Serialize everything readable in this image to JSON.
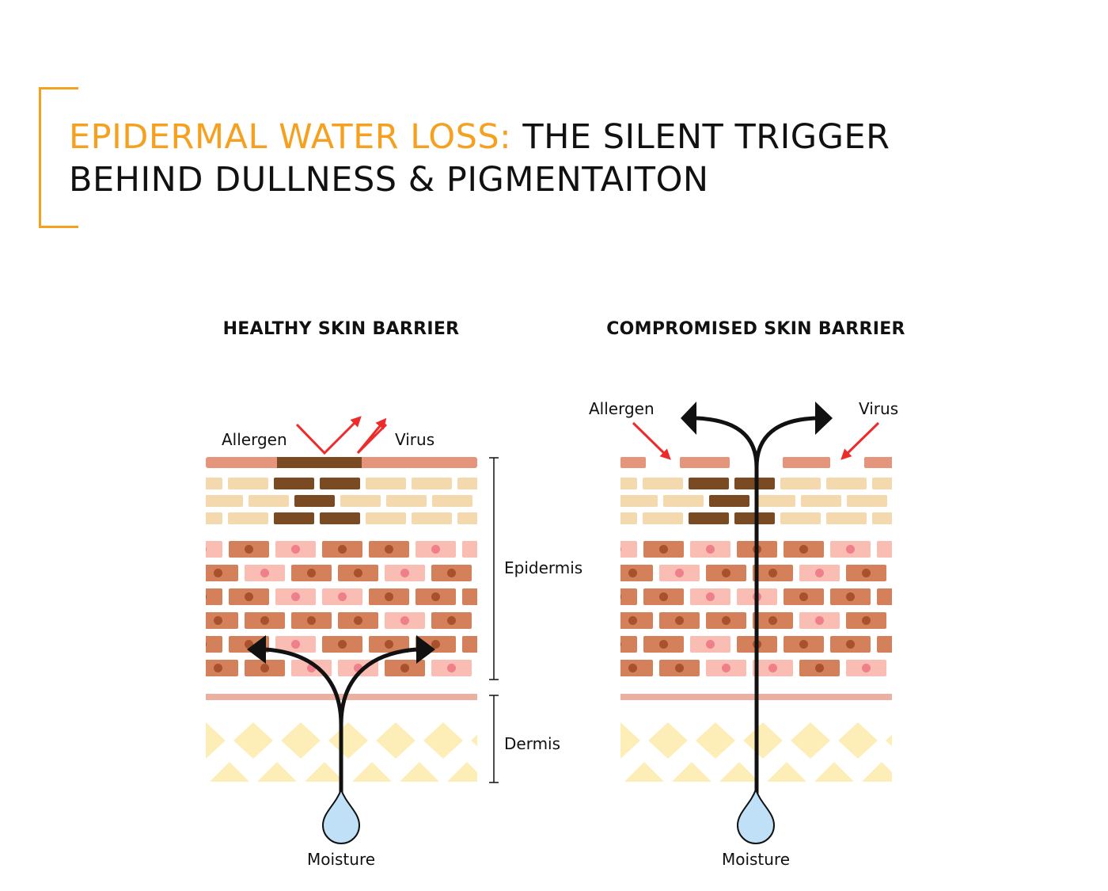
{
  "title": {
    "highlight": "EPIDERMAL WATER LOSS:",
    "rest_line1": " THE SILENT TRIGGER",
    "line2": "BEHIND DULLNESS & PIGMENTAITON"
  },
  "panels": [
    {
      "heading": "HEALTHY SKIN BARRIER",
      "allergen": "Allergen",
      "virus": "Virus",
      "moisture": "Moisture"
    },
    {
      "heading": "COMPROMISED SKIN BARRIER",
      "allergen": "Allergen",
      "virus": "Virus",
      "moisture": "Moisture"
    }
  ],
  "layers": {
    "epidermis": "Epidermis",
    "dermis": "Dermis"
  },
  "colors": {
    "accent": "#f5a11f",
    "top_layer": "#e5957b",
    "granular": "#f3d9ad",
    "pigment": "#7a4a22",
    "cell_dark": "#d4805b",
    "cell_light": "#f9bdb4",
    "dermis": "#fdeeb8",
    "arrow_red": "#ee2b2b",
    "water": "#bfe0f7"
  }
}
